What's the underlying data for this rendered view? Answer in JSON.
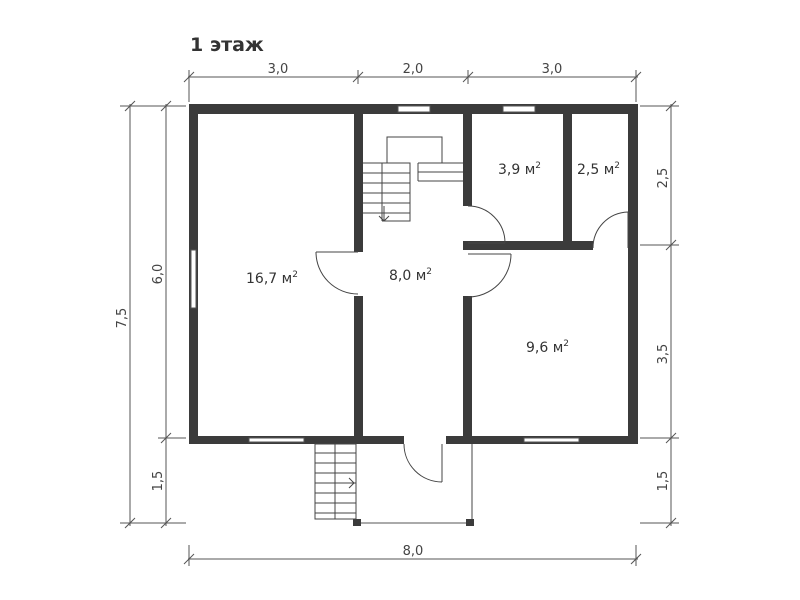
{
  "title": "1 этаж",
  "rooms": [
    {
      "area": "16,7 м",
      "unit_sup": "2"
    },
    {
      "area": "8,0 м",
      "unit_sup": "2"
    },
    {
      "area": "3,9 м",
      "unit_sup": "2"
    },
    {
      "area": "2,5 м",
      "unit_sup": "2"
    },
    {
      "area": "9,6 м",
      "unit_sup": "2"
    }
  ],
  "dimensions": {
    "top": [
      "3,0",
      "2,0",
      "3,0"
    ],
    "bottom": "8,0",
    "left_total": "7,5",
    "left_parts": [
      "6,0",
      "1,5"
    ],
    "right_parts": [
      "2,5",
      "3,5",
      "1,5"
    ]
  },
  "colors": {
    "wall": "#3b3b3b",
    "lines": "#444444",
    "background": "#ffffff"
  }
}
